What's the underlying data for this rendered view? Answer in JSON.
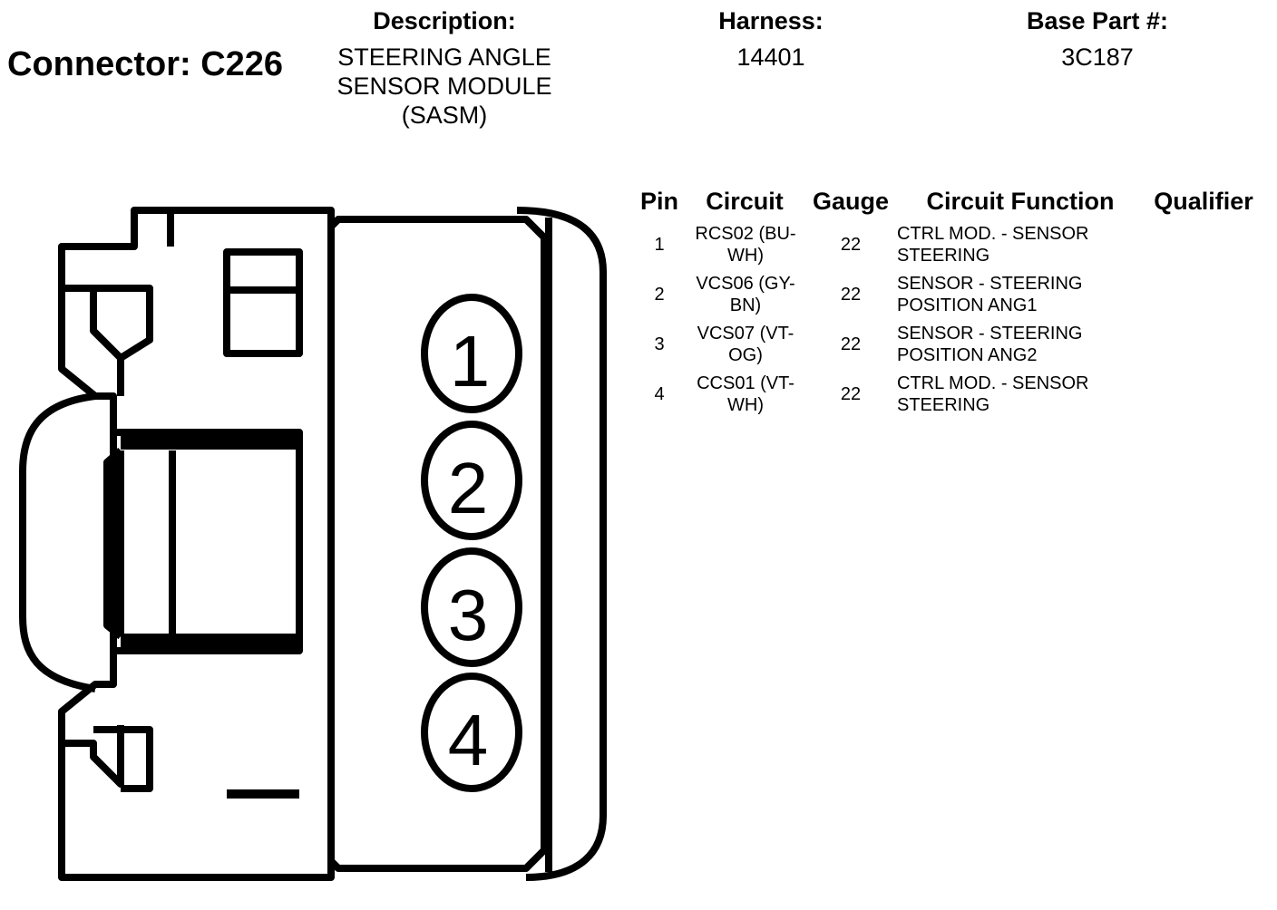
{
  "connector": {
    "title": "Connector: C226"
  },
  "description": {
    "label": "Description:",
    "value": "STEERING ANGLE SENSOR MODULE (SASM)"
  },
  "harness": {
    "label": "Harness:",
    "value": "14401"
  },
  "base_part": {
    "label": "Base Part #:",
    "value": "3C187"
  },
  "table": {
    "headers": {
      "pin": "Pin",
      "circuit": "Circuit",
      "gauge": "Gauge",
      "function": "Circuit Function",
      "qualifier": "Qualifier"
    },
    "rows": [
      {
        "pin": "1",
        "circuit": "RCS02 (BU-WH)",
        "gauge": "22",
        "function": "CTRL MOD. - SENSOR STEERING",
        "qualifier": ""
      },
      {
        "pin": "2",
        "circuit": "VCS06 (GY-BN)",
        "gauge": "22",
        "function": "SENSOR - STEERING POSITION ANG1",
        "qualifier": ""
      },
      {
        "pin": "3",
        "circuit": "VCS07 (VT-OG)",
        "gauge": "22",
        "function": "SENSOR - STEERING POSITION ANG2",
        "qualifier": ""
      },
      {
        "pin": "4",
        "circuit": "CCS01 (VT-WH)",
        "gauge": "22",
        "function": "CTRL MOD. - SENSOR STEERING",
        "qualifier": ""
      }
    ]
  },
  "diagram": {
    "pin_labels": [
      "1",
      "2",
      "3",
      "4"
    ]
  }
}
